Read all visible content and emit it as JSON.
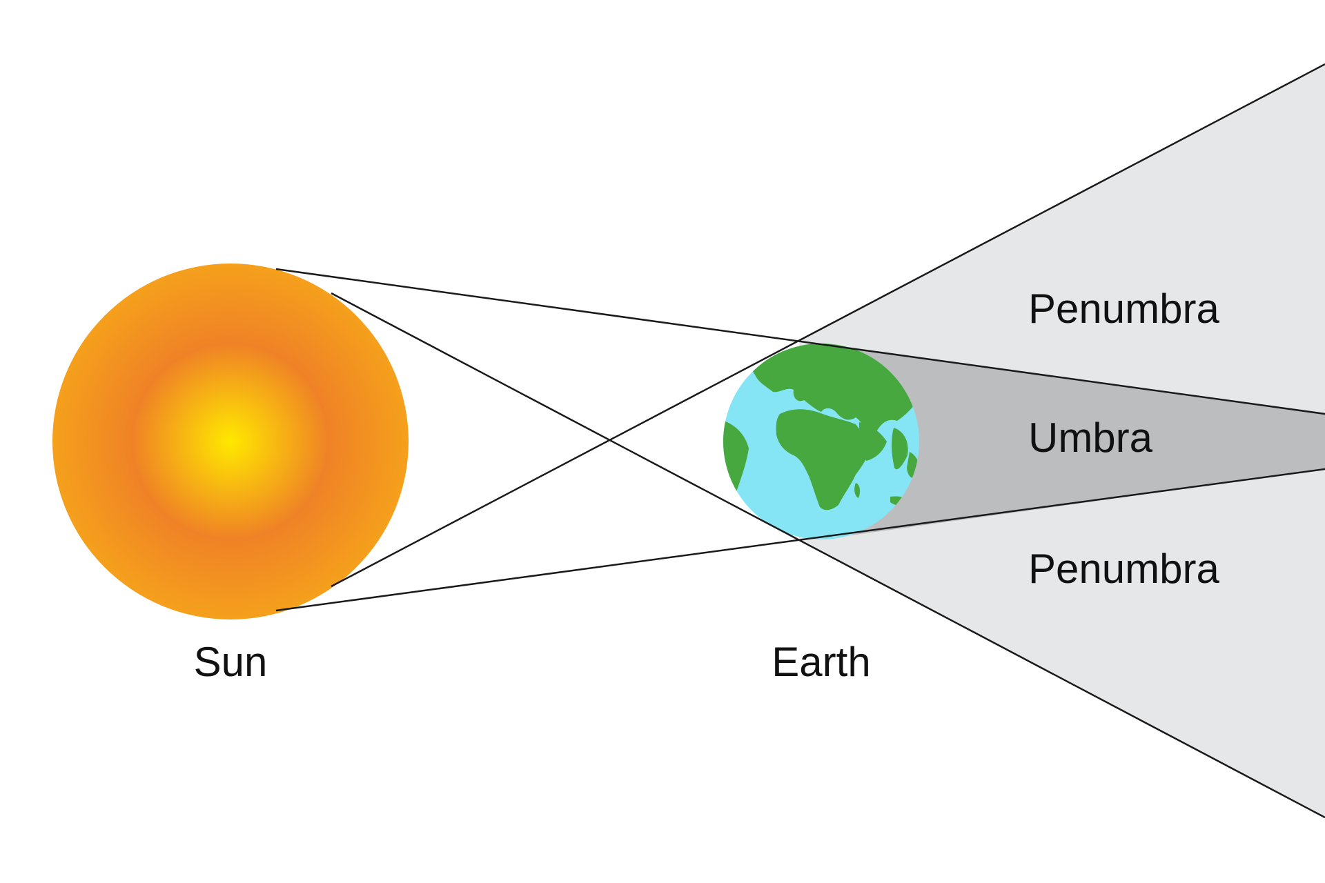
{
  "labels": {
    "sun": "Sun",
    "earth": "Earth",
    "penumbra_upper": "Penumbra",
    "umbra": "Umbra",
    "penumbra_lower": "Penumbra"
  },
  "colors": {
    "background": "#ffffff",
    "sun_center": "#ffe800",
    "sun_mid": "#ef8226",
    "sun_edge": "#f5a01c",
    "ocean": "#85e5f4",
    "land": "#46a83e",
    "umbra": "#bcbdbf",
    "penumbra": "#e6e7e9",
    "line": "#1a1a1a"
  }
}
